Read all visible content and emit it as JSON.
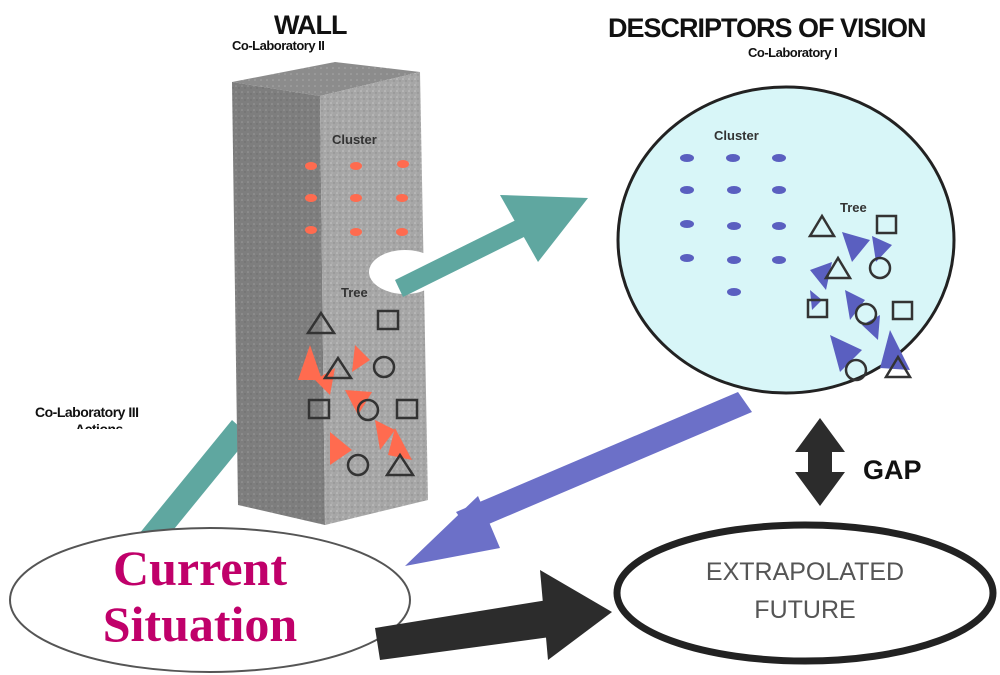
{
  "wall": {
    "title": "WALL",
    "subtitle": "Co-Laboratory II",
    "cluster_label": "Cluster",
    "tree_label": "Tree",
    "color": "#9a9a9a",
    "marker_color": "#ff6b4f"
  },
  "vision": {
    "title": "DESCRIPTORS OF VISION",
    "subtitle": "Co-Laboratory I",
    "cluster_label": "Cluster",
    "tree_label": "Tree",
    "fill": "#d8f6f8",
    "marker_color": "#5a5fc0"
  },
  "actions": {
    "label_line1": "Co-Laboratory III",
    "label_line2": "Actions"
  },
  "current": {
    "line1": "Current",
    "line2": "Situation",
    "color": "#c0006a"
  },
  "future": {
    "line1": "EXTRAPOLATED",
    "line2": "FUTURE"
  },
  "gap": {
    "label": "GAP"
  },
  "colors": {
    "teal_arrow": "#5fa7a0",
    "blue_arrow": "#6c70c8",
    "dark_arrow": "#2c2c2c"
  }
}
